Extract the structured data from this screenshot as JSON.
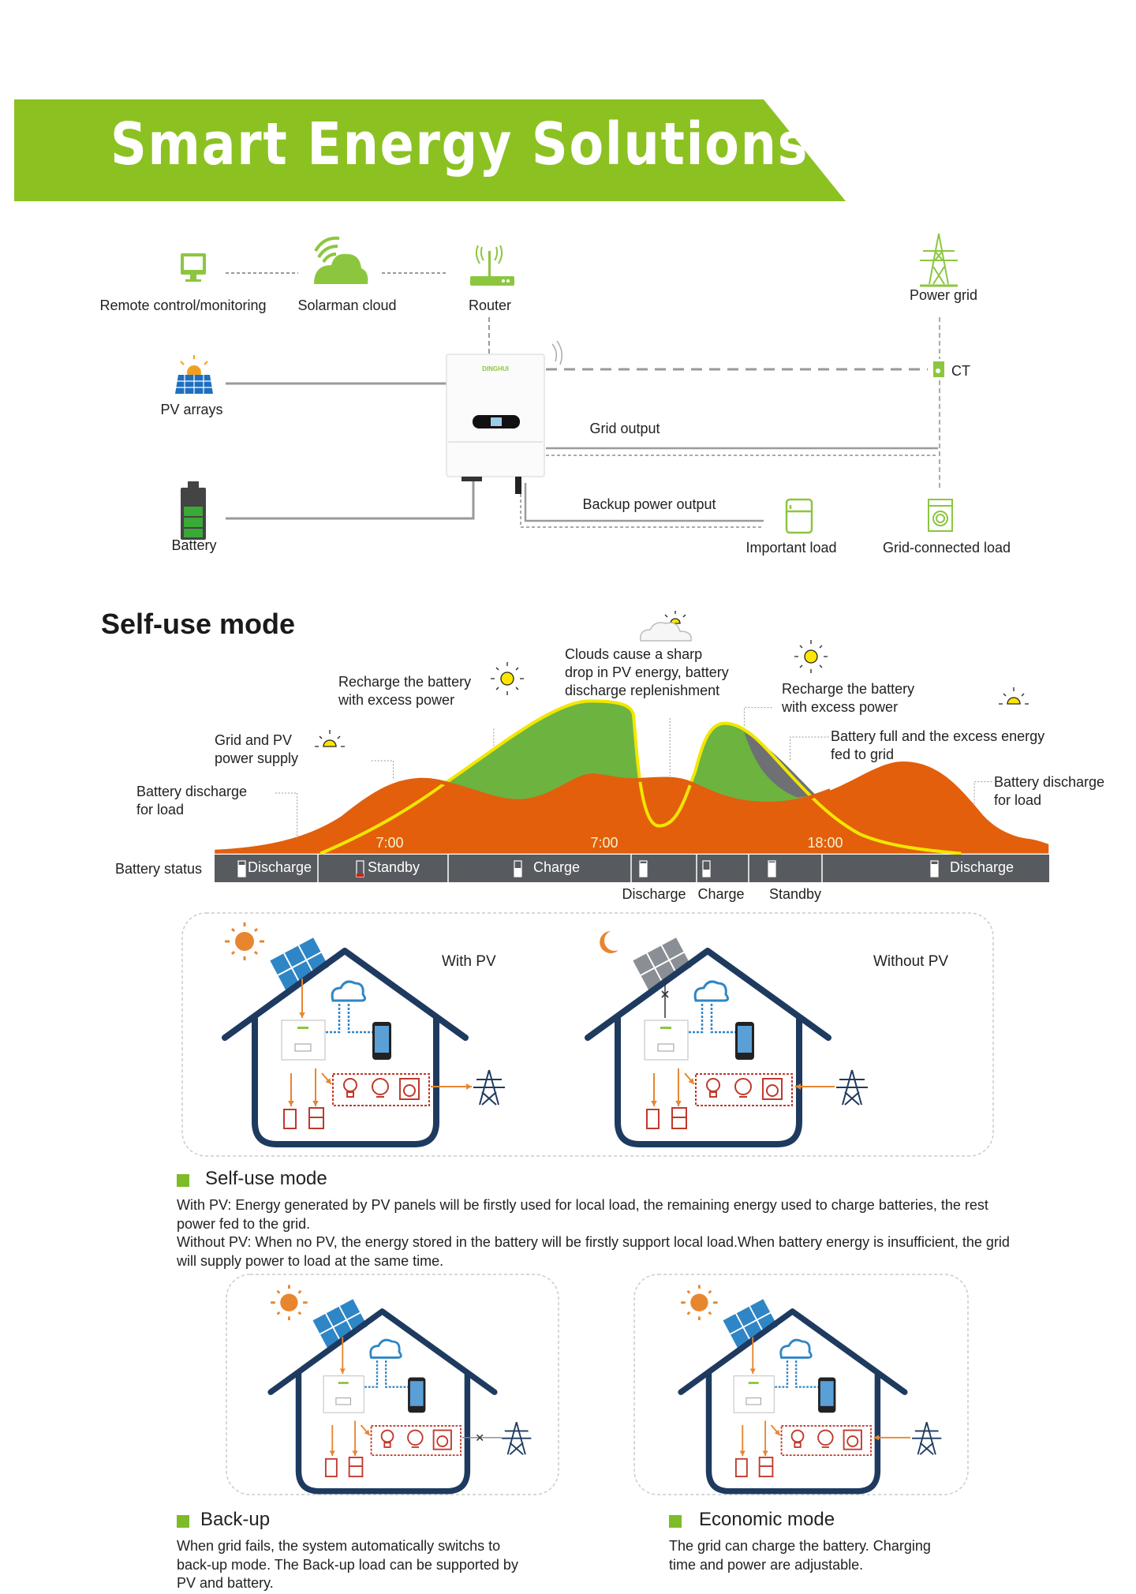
{
  "banner": {
    "title": "Smart Energy Solutions",
    "color": "#8cc122"
  },
  "topology": {
    "remote": "Remote control/monitoring",
    "cloud": "Solarman cloud",
    "router": "Router",
    "pv": "PV arrays",
    "battery": "Battery",
    "grid": "Power grid",
    "ct": "CT",
    "grid_output": "Grid output",
    "backup_output": "Backup power output",
    "important_load": "Important load",
    "grid_load": "Grid-connected load",
    "inverter_logo": "DINGHUI"
  },
  "selfuse": {
    "title": "Self-use mode",
    "annotations": {
      "recharge1": [
        "Recharge the battery",
        "with excess power"
      ],
      "clouds": [
        "Clouds cause a sharp",
        "drop in PV energy, battery",
        "discharge replenishment"
      ],
      "recharge2": [
        "Recharge the battery",
        "with excess power"
      ],
      "full": [
        "Battery full and the excess energy",
        "fed to grid"
      ],
      "grid_pv": [
        "Grid and PV",
        "power supply"
      ],
      "discharge_left": [
        "Battery discharge",
        "for load"
      ],
      "discharge_right": [
        "Battery discharge",
        "for load"
      ]
    },
    "times": [
      "7:00",
      "7:00",
      "18:00"
    ],
    "battery_status_label": "Battery status",
    "status": [
      "Discharge",
      "Standby",
      "Charge",
      "Discharge"
    ],
    "status_below": [
      "Discharge",
      "Charge",
      "Standby"
    ],
    "colors": {
      "pv": "#6db33f",
      "self": "#a6c95b",
      "battery": "#e35f0c",
      "grid": "#6e7073",
      "pv_line": "#f2e600"
    }
  },
  "panels": {
    "with_pv": "With PV",
    "without_pv": "Without PV"
  },
  "sections": {
    "selfuse": {
      "title": "Self-use mode",
      "lines": [
        "With PV: Energy generated by PV panels will be firstly used for local load, the remaining energy used to charge batteries, the rest",
        "power fed to the grid.",
        "Without PV: When no PV, the energy stored in the battery will be firstly support local load.When battery energy is insufficient, the grid",
        "will supply power to load at the same time."
      ]
    },
    "backup": {
      "title": "Back-up",
      "lines": [
        "When grid fails, the system automatically switchs to",
        "back-up mode. The Back-up load can be supported by",
        "PV and battery."
      ]
    },
    "economic": {
      "title": "Economic mode",
      "lines": [
        "The grid can charge the battery. Charging",
        "time and power are adjustable."
      ]
    }
  }
}
